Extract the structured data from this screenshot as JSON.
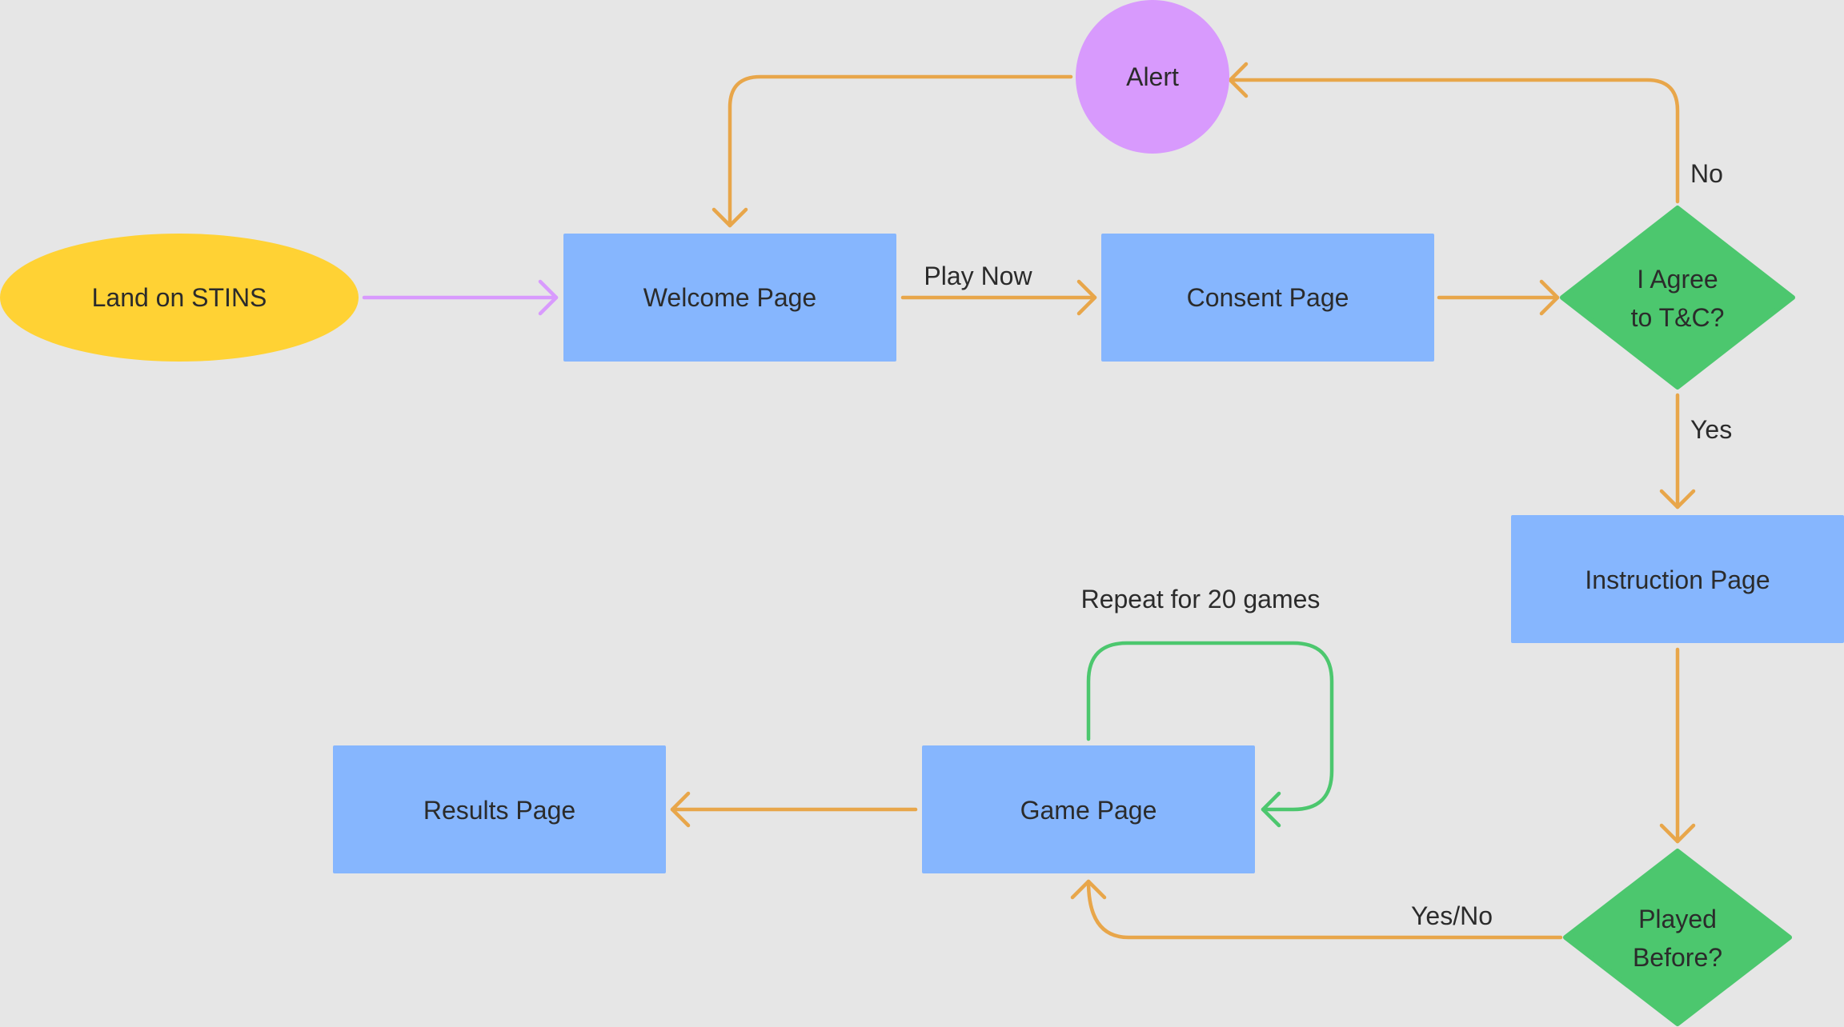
{
  "diagram": {
    "colors": {
      "background": "#e6e6e6",
      "process": "#86b6fe",
      "start": "#ffd234",
      "alert": "#d89afd",
      "decision": "#4cc76e",
      "edge_main": "#e8a64a",
      "edge_start": "#d89afd",
      "edge_loop": "#4cc76e",
      "text": "#2b2b2b"
    },
    "nodes": {
      "start": {
        "label": "Land on STINS"
      },
      "alert": {
        "label": "Alert"
      },
      "welcome": {
        "label": "Welcome Page"
      },
      "consent": {
        "label": "Consent Page"
      },
      "agree": {
        "line1": "I Agree",
        "line2": "to T&C?"
      },
      "instruction": {
        "label": "Instruction Page"
      },
      "played": {
        "line1": "Played",
        "line2": "Before?"
      },
      "game": {
        "label": "Game Page"
      },
      "results": {
        "label": "Results Page"
      }
    },
    "edges": {
      "play_now": "Play Now",
      "no": "No",
      "yes": "Yes",
      "yes_no": "Yes/No",
      "repeat": "Repeat for 20 games"
    }
  }
}
